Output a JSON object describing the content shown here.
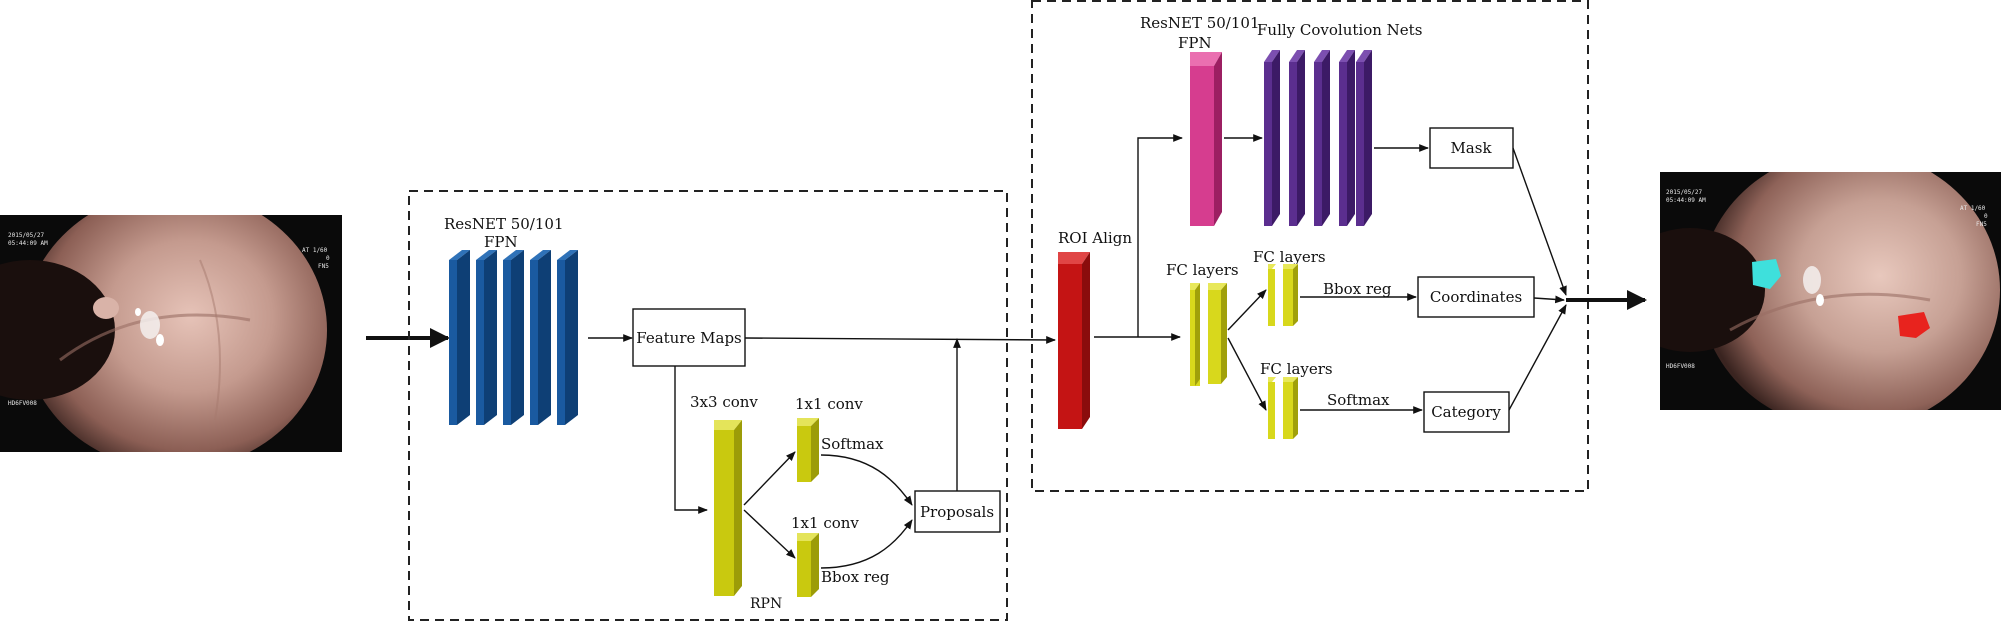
{
  "colors": {
    "resnet_blue": "#1a5aa0",
    "fpn_pink": "#d63d8f",
    "fcn_purple": "#5b2e8f",
    "rpn_yellow": "#c9c90f",
    "roi_red": "#c41414",
    "cyan_overlay": "#3ee0dc",
    "red_overlay": "#e8231e"
  },
  "stage1": {
    "backbone_title": "ResNET 50/101",
    "backbone_sub": "FPN",
    "feature_maps": "Feature Maps",
    "conv3x3": "3x3 conv",
    "rpn": "RPN",
    "conv1x1_top": "1x1 conv",
    "softmax": "Softmax",
    "conv1x1_bottom": "1x1 conv",
    "bbox_reg": "Bbox reg",
    "proposals": "Proposals"
  },
  "stage2": {
    "roi_align": "ROI Align",
    "mask_backbone_title": "ResNET 50/101",
    "mask_backbone_sub": "FPN",
    "fcn": "Fully Covolution Nets",
    "mask": "Mask",
    "fc_layers_main": "FC layers",
    "fc_layers_top": "FC layers",
    "fc_layers_bottom": "FC layers",
    "bbox_reg": "Bbox reg",
    "softmax": "Softmax",
    "coordinates": "Coordinates",
    "category": "Category"
  },
  "input_image": {
    "overlay_lines": [
      "2015/05/27",
      "05:44:09 AM",
      "AT 1/60",
      "0",
      "FN5",
      "HD6FV008"
    ]
  },
  "output_image": {
    "overlay_lines": [
      "2015/05/27",
      "05:44:09 AM",
      "AT 1/60",
      "0",
      "FN5",
      "HD6FV008"
    ]
  }
}
